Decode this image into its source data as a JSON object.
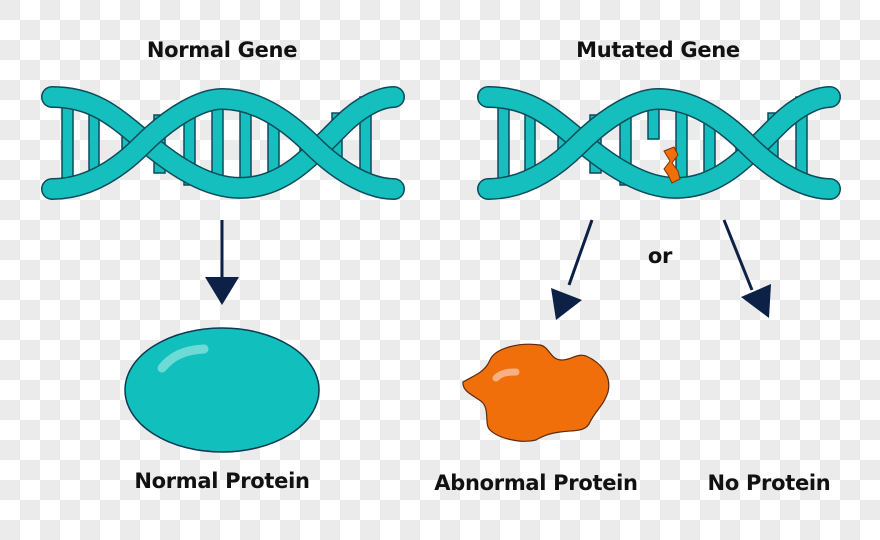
{
  "titles": {
    "normal_gene": "Normal Gene",
    "mutated_gene": "Mutated Gene"
  },
  "connector": {
    "or": "or"
  },
  "outcomes": {
    "normal_protein": "Normal Protein",
    "abnormal_protein": "Abnormal Protein",
    "no_protein": "No Protein"
  },
  "colors": {
    "dna_teal": "#14bfbd",
    "dna_outline": "#0d4a5a",
    "arrow_navy": "#0d2147",
    "mutation_orange": "#f06f0a",
    "protein_teal": "#11c0bd",
    "abnormal_orange": "#f06f0a",
    "text": "#111111"
  }
}
